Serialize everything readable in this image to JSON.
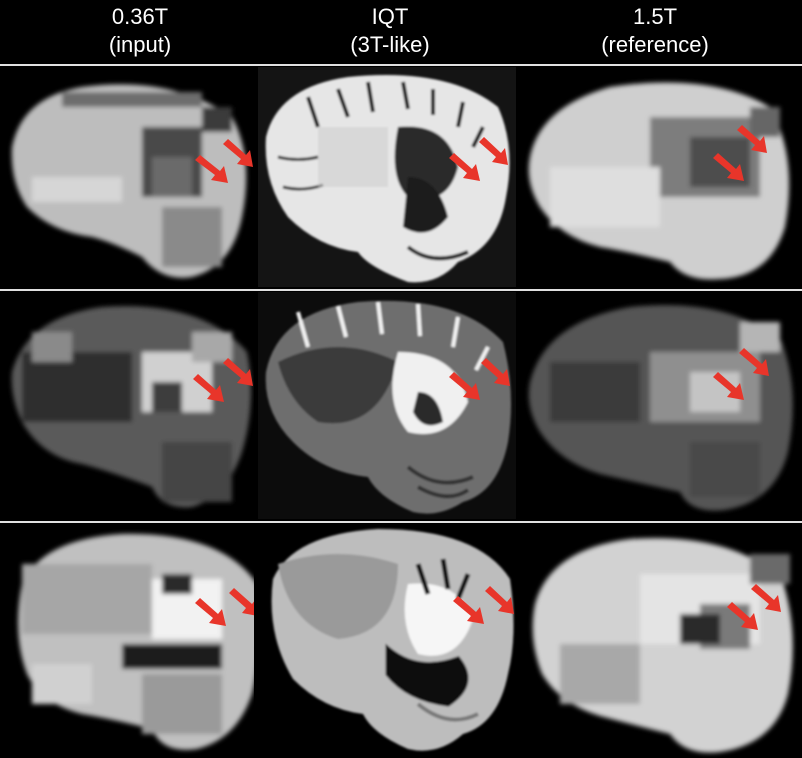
{
  "columns": [
    {
      "line1": "0.36T",
      "line2": "(input)"
    },
    {
      "line1": "IQT",
      "line2": "(3T-like)"
    },
    {
      "line1": "1.5T",
      "line2": "(reference)"
    }
  ],
  "arrow_color": "#e8352a"
}
